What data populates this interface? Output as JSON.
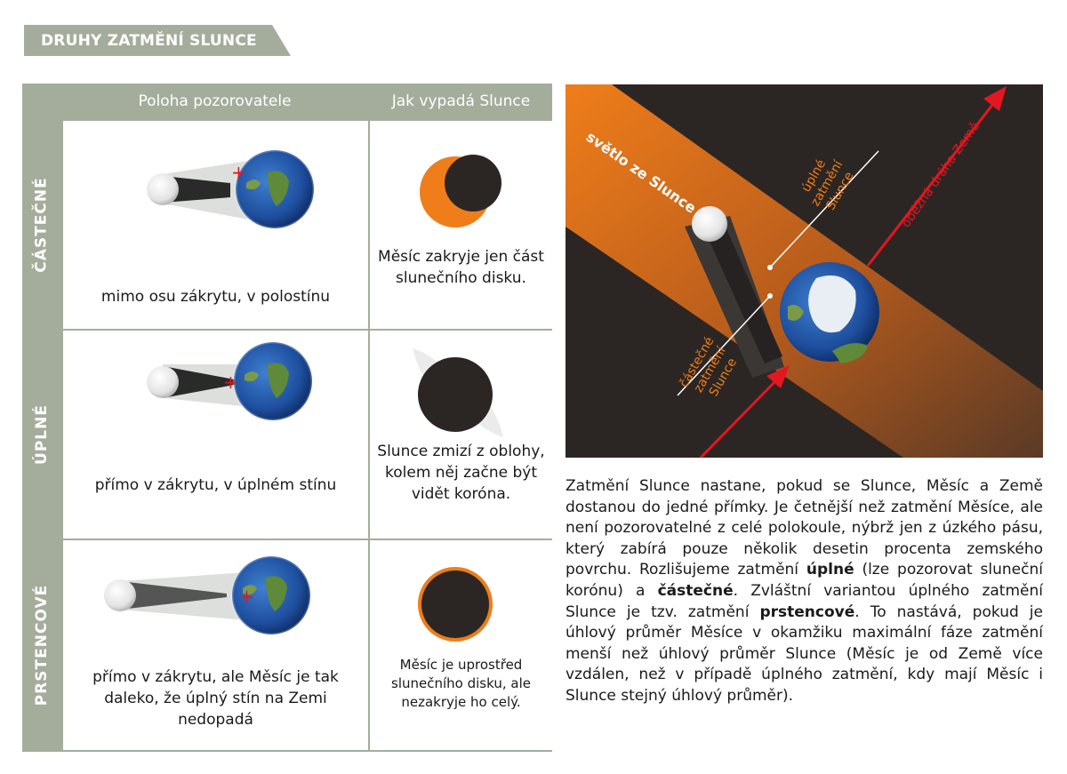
{
  "title": "DRUHY ZATMĚNÍ SLUNCE",
  "table": {
    "col_headers": [
      "Poloha pozorovatele",
      "Jak vypadá Slunce"
    ],
    "rows": [
      {
        "label": "ČÁSTEČNÉ",
        "position": "mimo osu zákrytu, v polostínu",
        "appearance": "Měsíc zakryje jen část slunečního disku."
      },
      {
        "label": "ÚPLNÉ",
        "position": "přímo v zákrytu, v úplném stínu",
        "appearance": "Slunce zmizí z oblohy, kolem něj začne být vidět koróna."
      },
      {
        "label": "PRSTENCOVÉ",
        "position": "přímo v zákrytu, ale Měsíc je tak daleko, že úplný stín na Zemi nedopadá",
        "appearance": "Měsíc je uprostřed slunečního disku, ale nezakryje ho celý."
      }
    ]
  },
  "diagram": {
    "sunlight_label": "světlo ze Slunce",
    "total_label": "úplné zatmění Slunce",
    "partial_label": "částečné zatmění Slunce",
    "orbit_label": "oběžná dráha Země"
  },
  "description": {
    "p1": "Zatmění Slunce nastane, pokud se Slunce, Měsíc a Země dostanou do jedné přímky. Je četnější než zatmění Měsíce, ale není pozorovatelné z celé polokoule, nýbrž jen z úzkého pásu, který zabírá pouze několik desetin procenta zemského povrchu. Rozlišujeme zatmění ",
    "b1": "úplné",
    "p2": " (lze pozorovat sluneční korónu) a ",
    "b2": "částečné",
    "p3": ". Zvláštní variantou úplného zatmění Slunce je tzv. zatmění ",
    "b3": "prstencové",
    "p4": ". To nastává, pokud je úhlový průměr Měsíce v okamžiku maximální fáze zatmění menší než úhlový průměr Slunce (Měsíc je od Země více vzdálen, než v případě úplného zatmění, kdy mají Měsíc i Slunce stejný úhlový průměr)."
  },
  "colors": {
    "header_green": "#a4ad9b",
    "sun_orange": "#ef7d1a",
    "arrow_red": "#e3171f",
    "dark_bg": "#2b2624"
  }
}
